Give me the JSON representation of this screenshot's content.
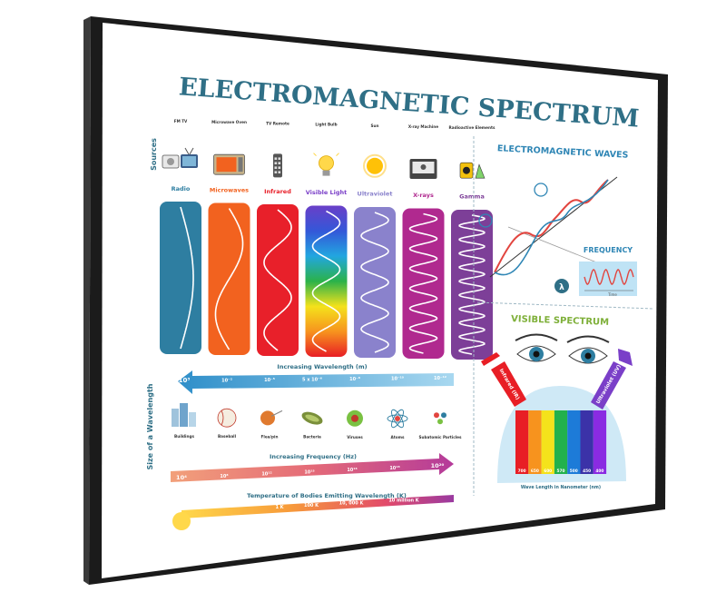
{
  "poster": {
    "title": "ELECTROMAGNETIC SPECTRUM",
    "sources_label": "Sources",
    "size_label": "Size of a Wavelength",
    "bands": [
      {
        "name": "Radio",
        "source": "FM  TV",
        "color": "#2e7ea1",
        "icon": "radio-tv-icon"
      },
      {
        "name": "Microwaves",
        "source": "Microwave Oven",
        "color": "#f2621f",
        "icon": "microwave-oven-icon"
      },
      {
        "name": "Infrared",
        "source": "TV Remote",
        "color": "#e8202a",
        "icon": "remote-control-icon"
      },
      {
        "name": "Visible Light",
        "source": "Light Bulb",
        "color": "#7a3fc8",
        "icon": "light-bulb-icon"
      },
      {
        "name": "Ultraviolet",
        "source": "Sun",
        "color": "#8a82cc",
        "icon": "sun-icon"
      },
      {
        "name": "X-rays",
        "source": "X-ray Machine",
        "color": "#b0298f",
        "icon": "x-ray-machine-icon"
      },
      {
        "name": "Gamma",
        "source": "Radioactive Elements",
        "color": "#7d3f98",
        "icon": "radioactive-icon"
      }
    ],
    "wavelength": {
      "title": "Increasing Wavelength (m)",
      "ticks": [
        "10³",
        "10⁻²",
        "10⁻⁵",
        "5 x 10⁻⁶",
        "10⁻⁸",
        "10⁻¹⁰",
        "10⁻¹²"
      ]
    },
    "sizes": [
      "Buildings",
      "Baseball",
      "Flea/pin",
      "Bacteria",
      "Viruses",
      "Atoms",
      "Subatomic Particles"
    ],
    "frequency": {
      "title": "Increasing Frequency (Hz)",
      "ticks": [
        "10⁴",
        "10⁸",
        "10¹²",
        "10¹⁵",
        "10¹⁶",
        "10¹⁸",
        "10²⁰"
      ]
    },
    "temperature": {
      "title": "Temperature of Bodies Emitting Wavelength (K)",
      "ticks": [
        "1 K",
        "100 K",
        "10, 000 K",
        "10 million K"
      ]
    },
    "em_waves": {
      "title": "ELECTROMAGNETIC WAVES",
      "frequency_label": "FREQUENCY",
      "time_label": "Time"
    },
    "visible_spectrum": {
      "title": "VISIBLE SPECTRUM",
      "left_band": "Infrared (IR)",
      "right_band": "Ultraviolet (UV)",
      "nm_ticks": [
        "700",
        "650",
        "600",
        "570",
        "500",
        "450",
        "400"
      ],
      "axis_label": "Wave Length in Nanometer (nm)"
    }
  }
}
